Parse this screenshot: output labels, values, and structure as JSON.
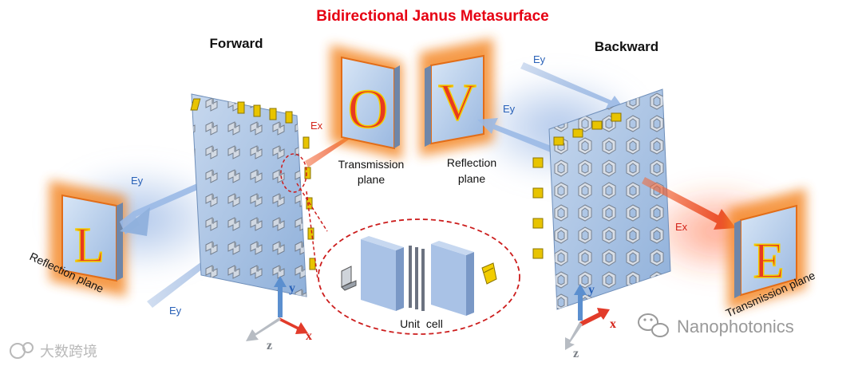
{
  "title": "Bidirectional Janus Metasurface",
  "forward_label": "Forward",
  "backward_label": "Backward",
  "polarization": {
    "ey": "Ey",
    "ex": "Ex"
  },
  "letters": {
    "reflection_forward": "L",
    "transmission_forward": "O",
    "reflection_backward": "V",
    "transmission_backward": "E"
  },
  "planes": {
    "transmission_plane_line1": "Transmission",
    "transmission_plane_line2": "plane",
    "reflection_plane_line1": "Reflection",
    "reflection_plane_line2": "plane",
    "reflection_plane_rotated": "Reflection plane",
    "transmission_plane_rotated": "Transmission plane"
  },
  "unit_cell_label": "Unit  cell",
  "axes": {
    "x": "x",
    "y": "y",
    "z": "z"
  },
  "watermark_right": "Nanophotonics",
  "watermark_left": "大数跨境",
  "colors": {
    "title": "#e60012",
    "ex_arrow": "#e8401c",
    "ey_arrow": "#8fb0dc",
    "glow": "#f48a2a",
    "plate": "#a9c2e2",
    "gold": "#e8c400"
  }
}
